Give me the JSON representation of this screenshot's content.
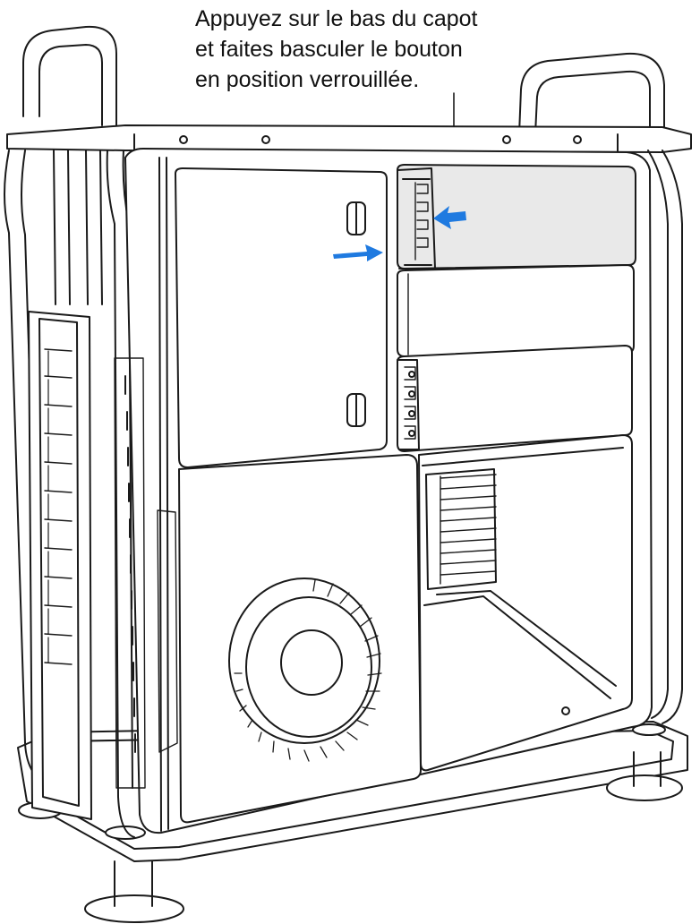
{
  "callout": {
    "lines": [
      "Appuyez sur le bas du capot",
      "et faites basculer le bouton",
      "en position verrouillée."
    ]
  },
  "colors": {
    "line": "#1a1a1a",
    "highlight_module": "#e9e9e9",
    "arrow": "#1f7ae0",
    "background": "#ffffff"
  },
  "icons": {
    "left_arrow": "arrow-right-icon",
    "right_arrow": "arrow-left-icon"
  }
}
